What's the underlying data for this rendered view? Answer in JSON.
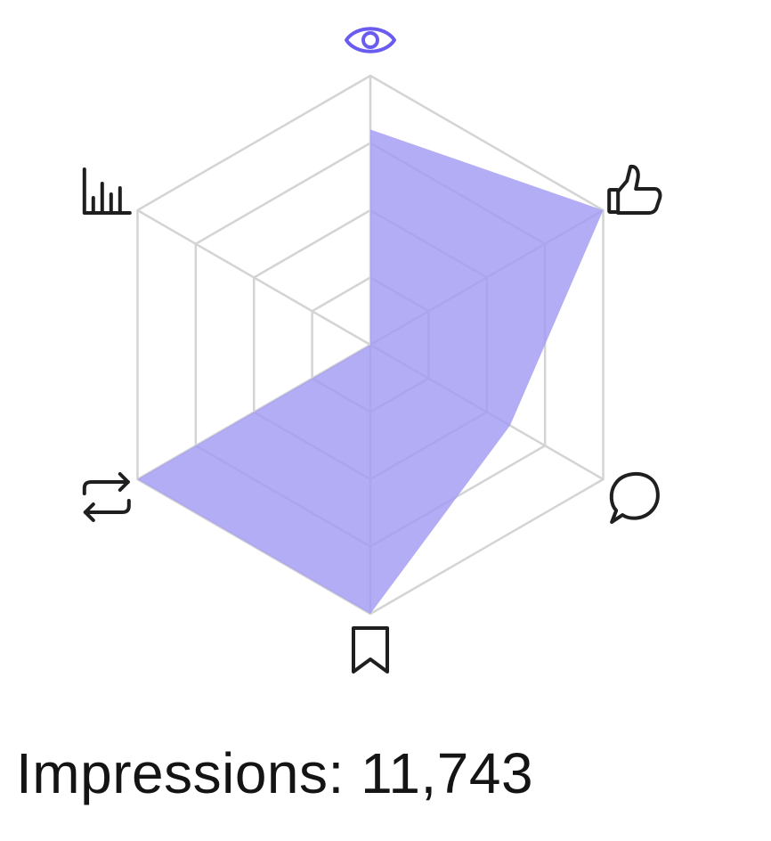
{
  "chart_data": {
    "type": "radar",
    "axes": [
      {
        "key": "impressions",
        "icon": "eye-icon"
      },
      {
        "key": "likes",
        "icon": "thumbs-up-icon"
      },
      {
        "key": "replies",
        "icon": "speech-bubble-icon"
      },
      {
        "key": "bookmarks",
        "icon": "bookmark-icon"
      },
      {
        "key": "reposts",
        "icon": "repost-icon"
      },
      {
        "key": "engagements",
        "icon": "bar-chart-icon"
      }
    ],
    "values": [
      0.8,
      1.0,
      0.6,
      1.0,
      1.0,
      0.0
    ],
    "rings": 4,
    "max": 1.0,
    "selected_axis": "impressions",
    "fill_color": "#a29bf3",
    "grid_color": "#d4d4d4",
    "accent_color": "#6b5cf0"
  },
  "readout": {
    "label": "Impressions",
    "value": "11,743"
  }
}
